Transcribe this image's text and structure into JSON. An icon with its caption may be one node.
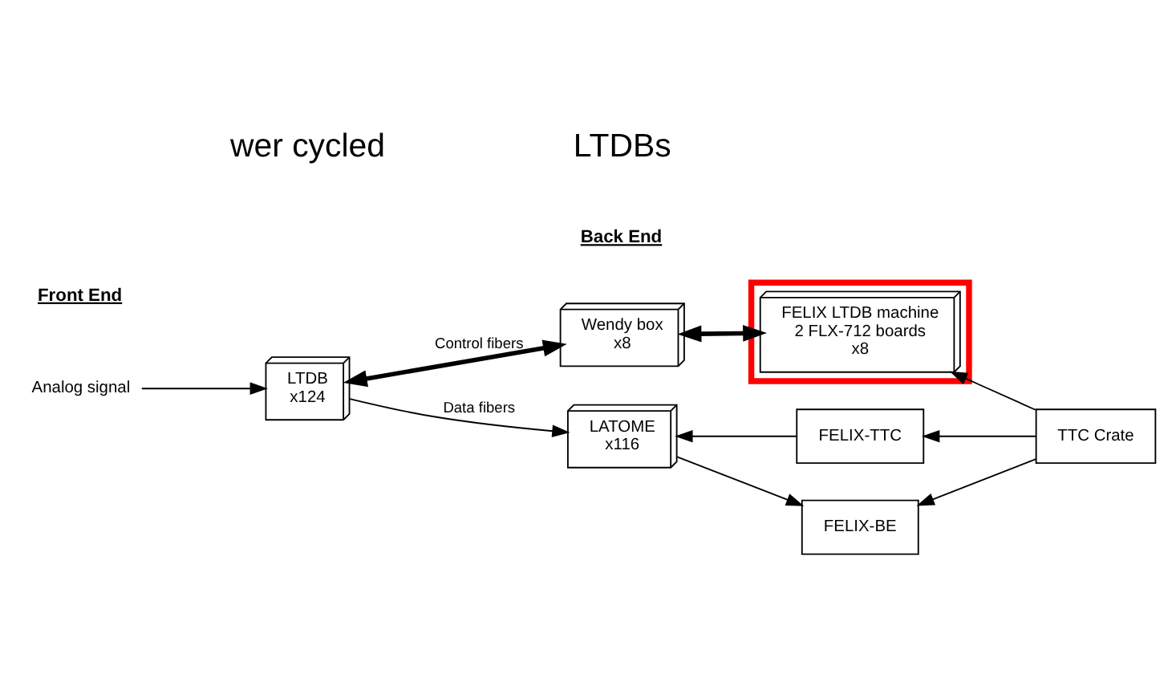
{
  "diagram": {
    "nodes": [
      {
        "text": [
          "Analog signal"
        ]
      },
      {
        "text": [
          "LTDB",
          "x124"
        ]
      },
      {
        "text": [
          "Wendy box",
          "x8"
        ]
      },
      {
        "text": [],
        "shape": "box"
      },
      {
        "text": [
          "FELIX LTDB machine",
          "2 FLX-712 boards",
          "x8"
        ],
        "in": 3
      },
      {
        "text": [
          "LATOME",
          "x116"
        ]
      },
      {
        "text": [
          "FELIX-TTC"
        ]
      },
      {
        "text": [
          "FELIX-BE"
        ]
      },
      {
        "text": [
          "TTC Crate"
        ]
      }
    ],
    "edges": [
      {
        "from": 0,
        "to": 1,
        "arrow": "to"
      },
      {
        "from": 2,
        "to": 1,
        "arrow": "both",
        "label": "Control fibers",
        "style": "thick"
      },
      {
        "from": 2,
        "to": 4,
        "arrow": "both",
        "style": "thick"
      },
      {
        "from": 1,
        "to": 5,
        "arrow": "to",
        "label": "Data fibers"
      },
      {
        "from": 5,
        "to": 7,
        "arrow": "to"
      },
      {
        "from": 6,
        "to": 5,
        "arrow": "to"
      },
      {
        "from": 8,
        "to": 6,
        "arrow": "to"
      },
      {
        "from": 8,
        "to": 7,
        "arrow": "to"
      },
      {
        "from": 8,
        "to": 4,
        "arrow": "to"
      }
    ],
    "labels": [
      "Front End",
      "Back End",
      "wer cycled",
      "LTDBs"
    ]
  }
}
